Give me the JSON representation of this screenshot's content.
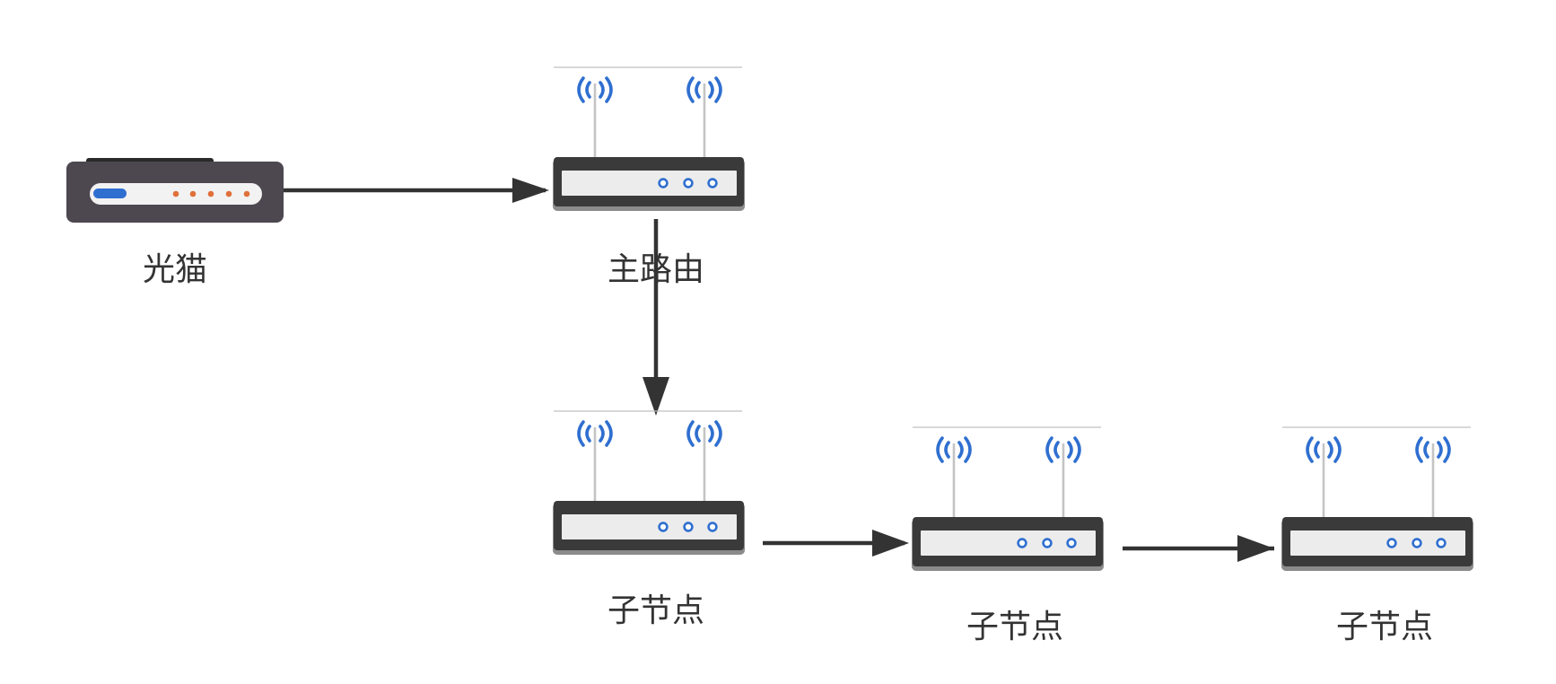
{
  "nodes": {
    "modem": {
      "label": "光猫"
    },
    "main_router": {
      "label": "主路由"
    },
    "sub_node_1": {
      "label": "子节点"
    },
    "sub_node_2": {
      "label": "子节点"
    },
    "sub_node_3": {
      "label": "子节点"
    }
  },
  "edges": [
    {
      "from": "光猫",
      "to": "主路由"
    },
    {
      "from": "主路由",
      "to": "子节点"
    },
    {
      "from": "子节点",
      "to": "子节点"
    },
    {
      "from": "子节点",
      "to": "子节点"
    }
  ],
  "colors": {
    "connector": "#333333",
    "signal_blue": "#2f6fd0",
    "device_dark": "#3a3a3a",
    "modem_body": "#4d4750",
    "led_orange": "#e0703a"
  }
}
